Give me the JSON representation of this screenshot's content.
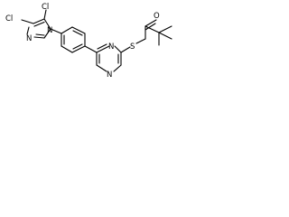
{
  "molecule": {
    "atoms": {
      "cl_top": "Cl",
      "cl_left": "Cl",
      "n_imidazole_top": "N",
      "n_imidazole_right": "N",
      "n_pyrimidine_1": "N",
      "n_pyrimidine_2": "N",
      "s_thioether": "S",
      "o_carbonyl": "O"
    }
  },
  "colors": {
    "bond": "#000000",
    "label": "#000000",
    "background": "#ffffff"
  }
}
